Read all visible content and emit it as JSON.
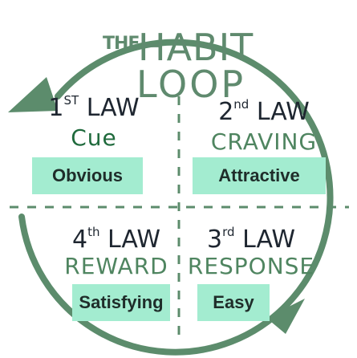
{
  "title": {
    "the": "THE",
    "habit": "HABIT",
    "loop": "LOOP"
  },
  "quadrants": [
    {
      "law_num": "1",
      "law_sup": "ST",
      "law_word": "LAW",
      "stage": "Cue",
      "rule": "Obvious"
    },
    {
      "law_num": "2",
      "law_sup": "nd",
      "law_word": "LAW",
      "stage": "CRAVING",
      "rule": "Attractive"
    },
    {
      "law_num": "3",
      "law_sup": "rd",
      "law_word": "LAW",
      "stage": "RESPONSE",
      "rule": "Easy"
    },
    {
      "law_num": "4",
      "law_sup": "th",
      "law_word": "LAW",
      "stage": "REWARD",
      "rule": "Satisfying"
    }
  ],
  "colors": {
    "loop": "#5c8c6c",
    "title": "#5f8a6e",
    "badge": "#a3ecd0",
    "law_text": "#1e2630",
    "stage_text": "#4f8560"
  }
}
